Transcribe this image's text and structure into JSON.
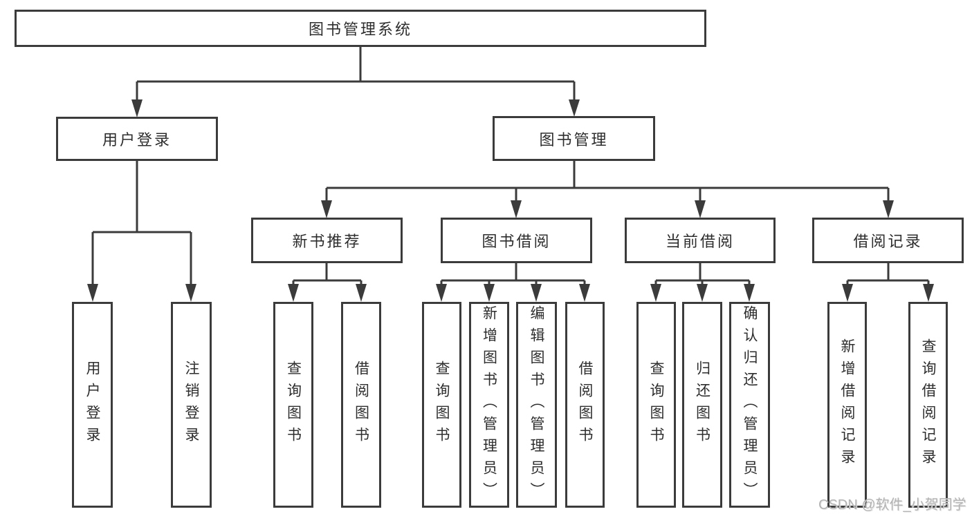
{
  "diagram": {
    "colors": {
      "line": "#3b3b3b",
      "box_border": "#3b3b3b",
      "text": "#2d2d2d",
      "background": "#ffffff",
      "watermark": "#b3b3b3"
    },
    "tree": {
      "label": "图书管理系统",
      "children": [
        {
          "label": "用户登录",
          "children": [
            {
              "label": "用户登录"
            },
            {
              "label": "注销登录"
            }
          ]
        },
        {
          "label": "图书管理",
          "children": [
            {
              "label": "新书推荐",
              "children": [
                {
                  "label": "查询图书"
                },
                {
                  "label": "借阅图书"
                }
              ]
            },
            {
              "label": "图书借阅",
              "children": [
                {
                  "label": "查询图书"
                },
                {
                  "label": "新增图书（管理员）"
                },
                {
                  "label": "编辑图书（管理员）"
                },
                {
                  "label": "借阅图书"
                }
              ]
            },
            {
              "label": "当前借阅",
              "children": [
                {
                  "label": "查询图书"
                },
                {
                  "label": "归还图书"
                },
                {
                  "label": "确认归还（管理员）"
                }
              ]
            },
            {
              "label": "借阅记录",
              "children": [
                {
                  "label": "新增借阅记录"
                },
                {
                  "label": "查询借阅记录"
                }
              ]
            }
          ]
        }
      ]
    },
    "watermark": "CSDN @软件_小贺同学"
  }
}
